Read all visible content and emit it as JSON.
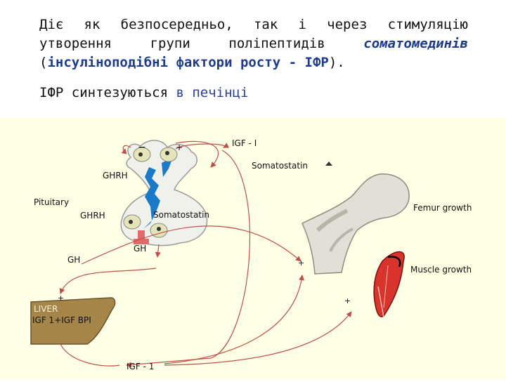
{
  "text": {
    "p1_line1": "Діє як безпосередньо, так і через стимуляцію",
    "p1_line2_a": "утворення групи поліпептидів ",
    "p1_line2_b": "соматомединів",
    "p1_line3_open": "(",
    "p1_line3_b": "інсуліноподібні фактори росту - ІФР",
    "p1_line3_close": ").",
    "p2_a": "ІФР синтезуються ",
    "p2_b": "в печінці"
  },
  "diagram": {
    "labels": {
      "igf_i_top": "IGF - I",
      "somatostatin_top": "Somatostatin",
      "ghrh_top": "GHRH",
      "pituitary": "Pituitary",
      "ghrh_mid": "GHRH",
      "somatostatin_mid": "Somatostatin",
      "gh_pit": "GH",
      "gh_left": "GH",
      "liver_line1": "LIVER",
      "liver_line2": "IGF 1+IGF BPI",
      "igf1_bottom": "IGF - 1",
      "femur_growth": "Femur growth",
      "muscle_growth": "Muscle growth",
      "minus_top": "−",
      "plus_top": "+",
      "plus_liver": "+",
      "plus_femur": "+",
      "plus_muscle": "+"
    },
    "colors": {
      "background": "#ffffe6",
      "arrow": "#c0504d",
      "liver": "#a68548",
      "muscle": "#d9342b",
      "hypothalamus_blue": "#1a7ac8"
    }
  }
}
